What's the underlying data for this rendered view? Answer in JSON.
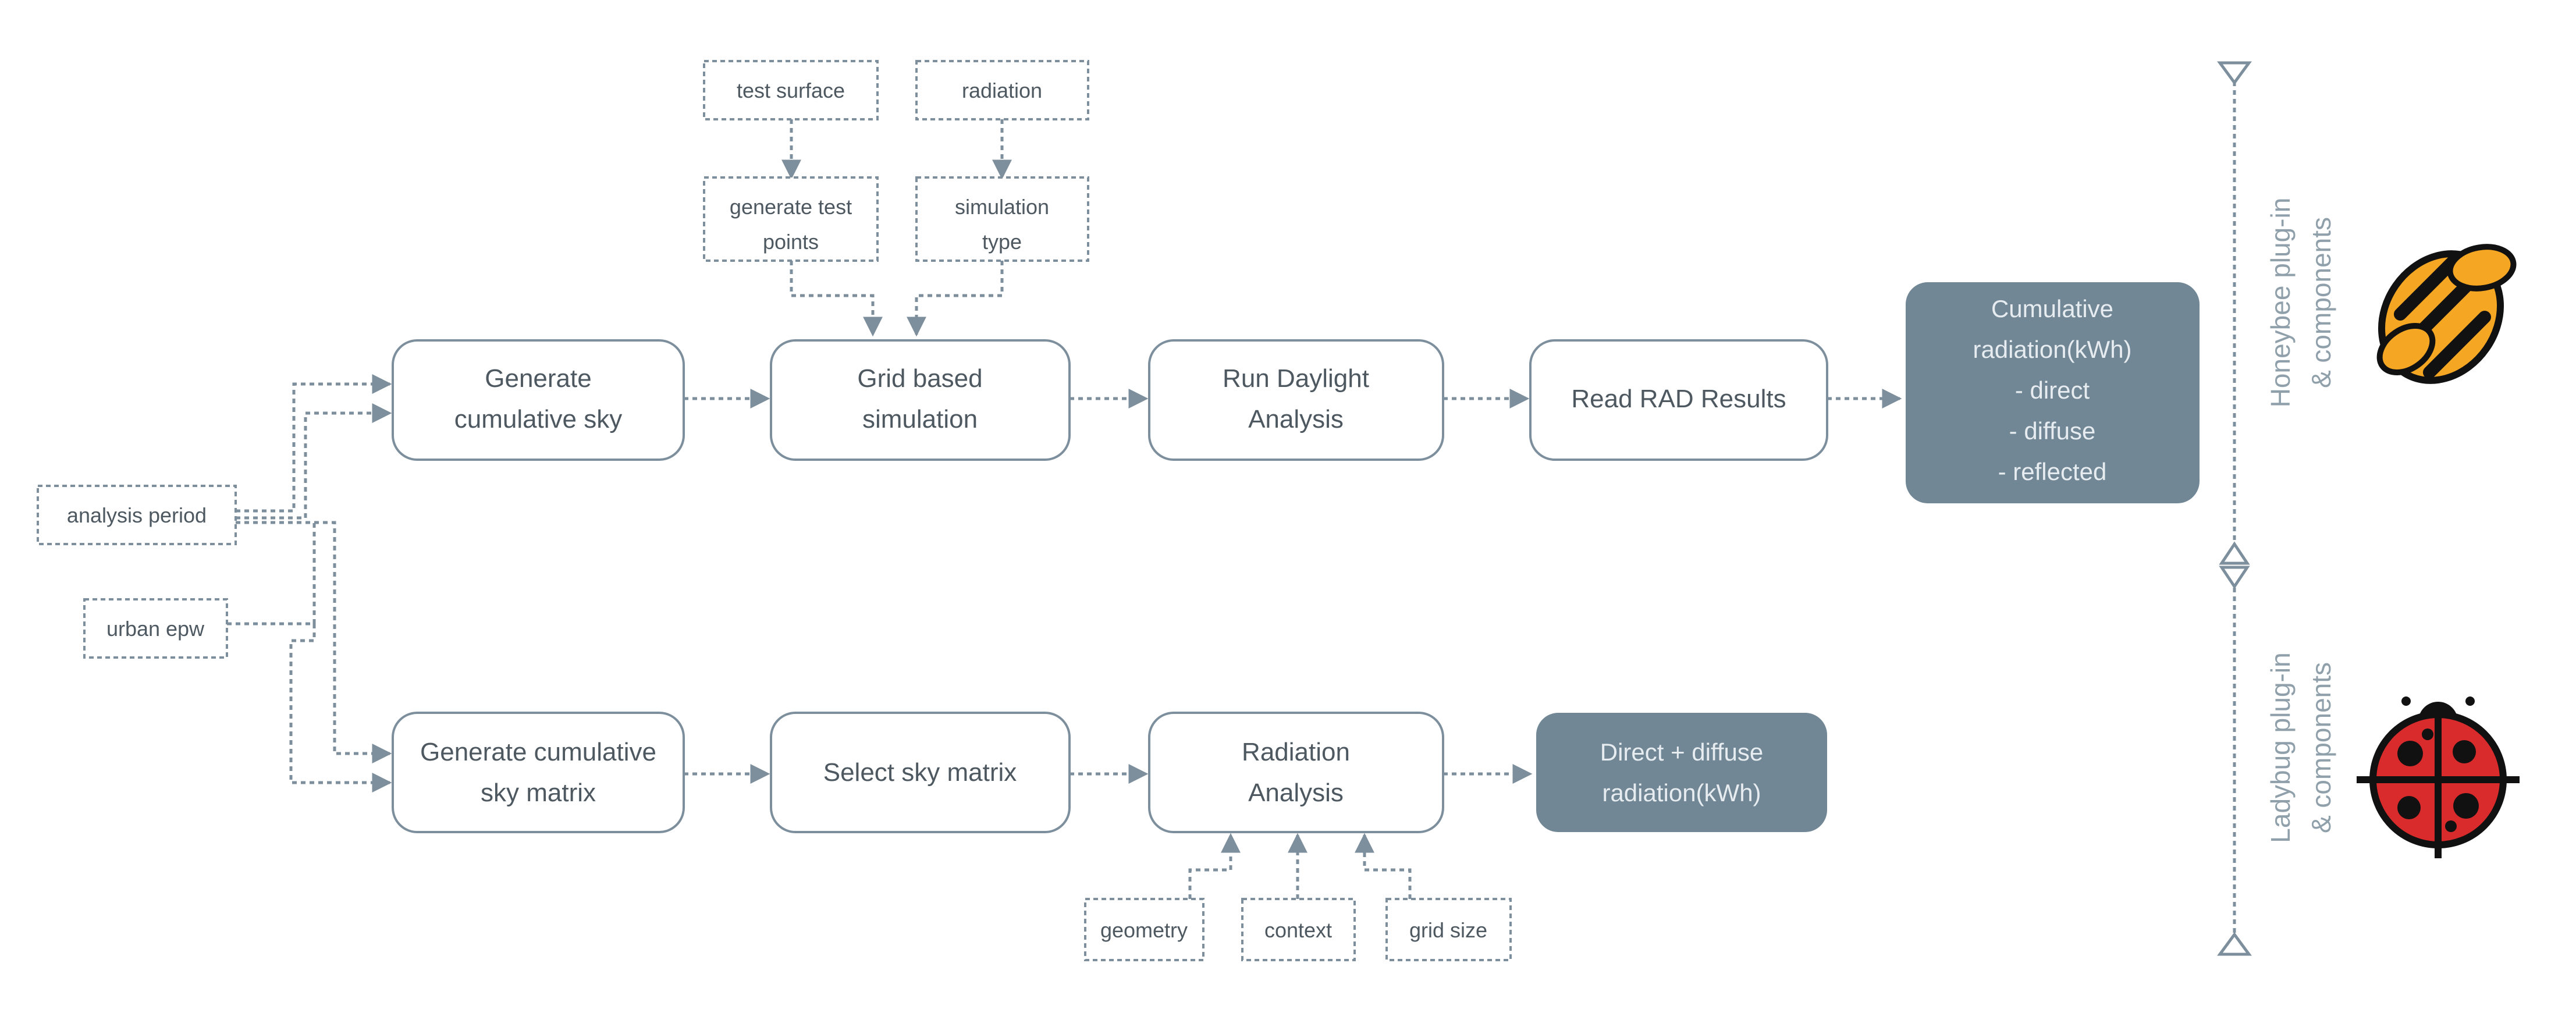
{
  "colors": {
    "line": "#7d8f9c",
    "box_border": "#7d8f9c",
    "text": "#4d5860",
    "dark_fill": "#728795",
    "dark_text": "#e6ecf0",
    "honeybee_orange": "#f5a623",
    "ladybug_red": "#d92b2b"
  },
  "inputs": {
    "test_surface": "test surface",
    "radiation": "radiation",
    "generate_test_points": [
      "generate test",
      "points"
    ],
    "simulation_type": [
      "simulation",
      "type"
    ],
    "analysis_period": "analysis period",
    "urban_epw": "urban epw",
    "geometry": "geometry",
    "context": "context",
    "grid_size": "grid size"
  },
  "honeybee_flow": {
    "generate_cumulative_sky": [
      "Generate",
      "cumulative sky"
    ],
    "grid_based_simulation": [
      "Grid based",
      "simulation"
    ],
    "run_daylight_analysis": [
      "Run Daylight",
      "Analysis"
    ],
    "read_rad_results": [
      "Read RAD Results"
    ],
    "output": [
      "Cumulative",
      "radiation(kWh)",
      "- direct",
      "- diffuse",
      "- reflected"
    ]
  },
  "ladybug_flow": {
    "generate_cumulative_sky_matrix": [
      "Generate cumulative",
      "sky matrix"
    ],
    "select_sky_matrix": [
      "Select sky matrix"
    ],
    "radiation_analysis": [
      "Radiation",
      "Analysis"
    ],
    "output": [
      "Direct + diffuse",
      "radiation(kWh)"
    ]
  },
  "side_labels": {
    "honeybee": [
      "Honeybee plug-in",
      "& components"
    ],
    "ladybug": [
      "Ladybug plug-in",
      "& components"
    ]
  },
  "icons": {
    "honeybee": "honeybee-icon",
    "ladybug": "ladybug-icon"
  }
}
